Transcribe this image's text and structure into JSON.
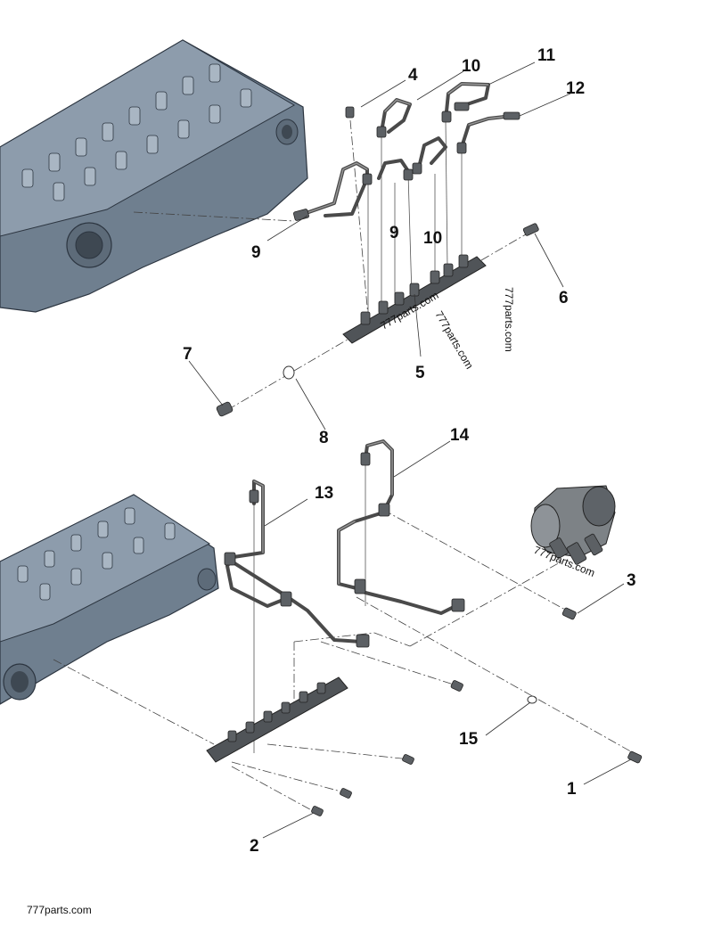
{
  "callouts": {
    "c1": "1",
    "c2": "2",
    "c3": "3",
    "c4": "4",
    "c5": "5",
    "c6": "6",
    "c7": "7",
    "c8": "8",
    "c9a": "9",
    "c9b": "9",
    "c10a": "10",
    "c10b": "10",
    "c11": "11",
    "c12": "12",
    "c13": "13",
    "c14": "14",
    "c15": "15"
  },
  "watermarks": {
    "wm_rail_a": "777parts.com",
    "wm_rail_b": "777parts.com",
    "wm_vertical": "777parts.com",
    "wm_pump": "777parts.com",
    "wm_footer": "777parts.com"
  },
  "colors": {
    "cylinder_head": "#6f7f8f",
    "fuel_lines": "#4a4a4a",
    "fuel_rail": "#505458"
  }
}
